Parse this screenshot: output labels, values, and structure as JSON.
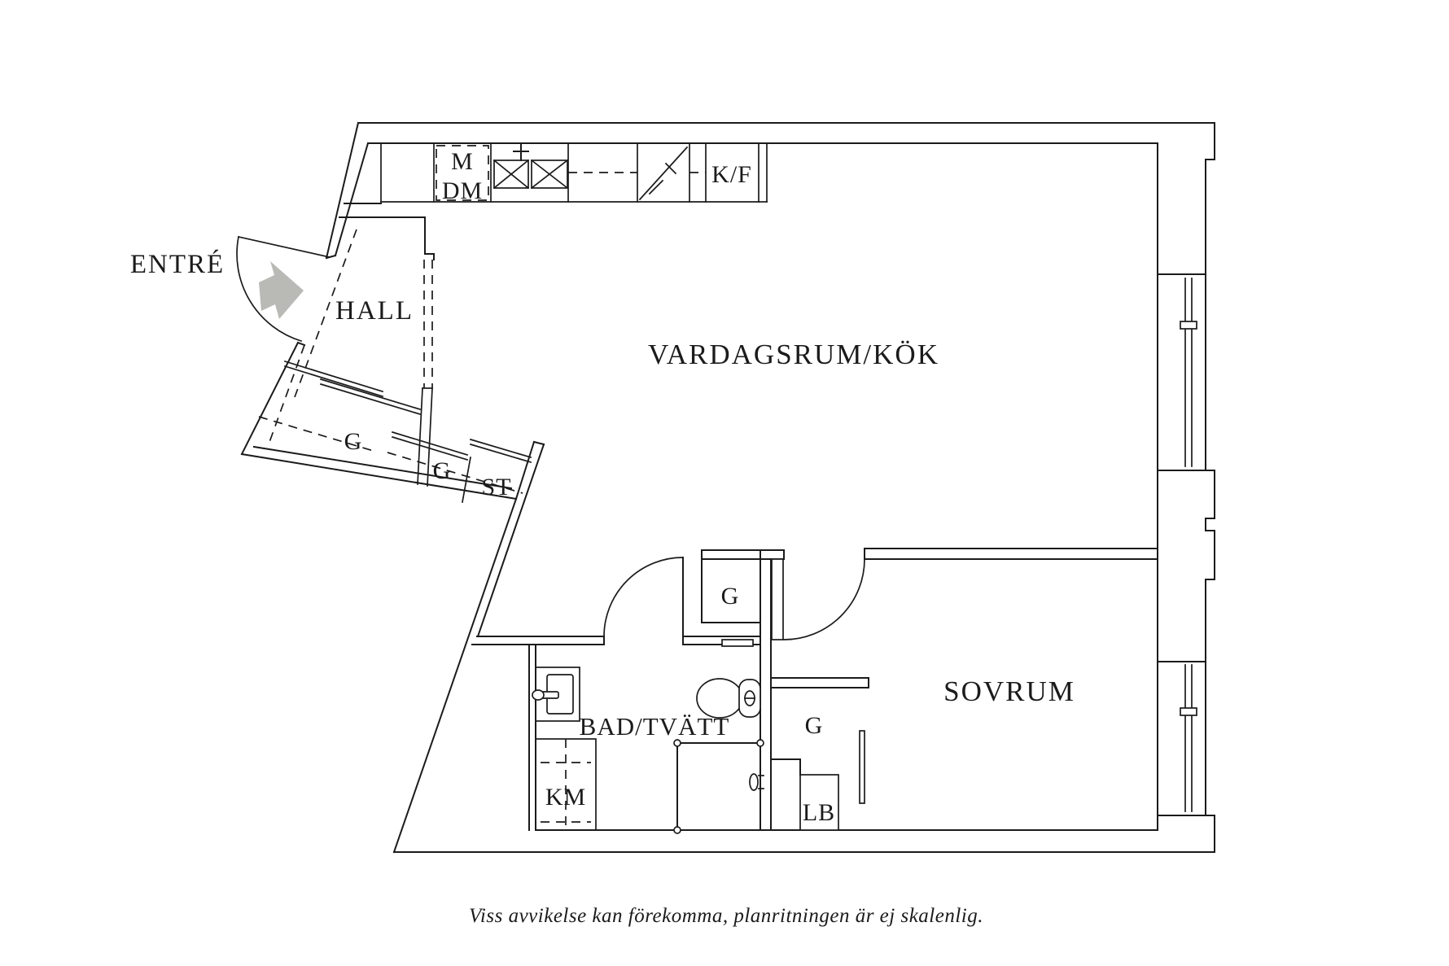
{
  "floorplan": {
    "rooms": {
      "entrance": "ENTRÉ",
      "hall": "HALL",
      "living_kitchen": "VARDAGSRUM/KÖK",
      "bedroom": "SOVRUM",
      "bath_laundry": "BAD/TVÄTT"
    },
    "closets": {
      "wardrobe": "G",
      "cleaning": "ST"
    },
    "appliances": {
      "microwave": "M",
      "dishwasher": "DM",
      "fridge_freezer": "K/F",
      "washing_machine": "KM",
      "linen_cabinet": "LB"
    }
  },
  "footer": {
    "disclaimer": "Viss avvikelse kan förekomma, planritningen är ej skalenlig."
  },
  "colors": {
    "line": "#1b1b1b",
    "arrow_fill": "#b9b9b6",
    "background": "#ffffff"
  }
}
